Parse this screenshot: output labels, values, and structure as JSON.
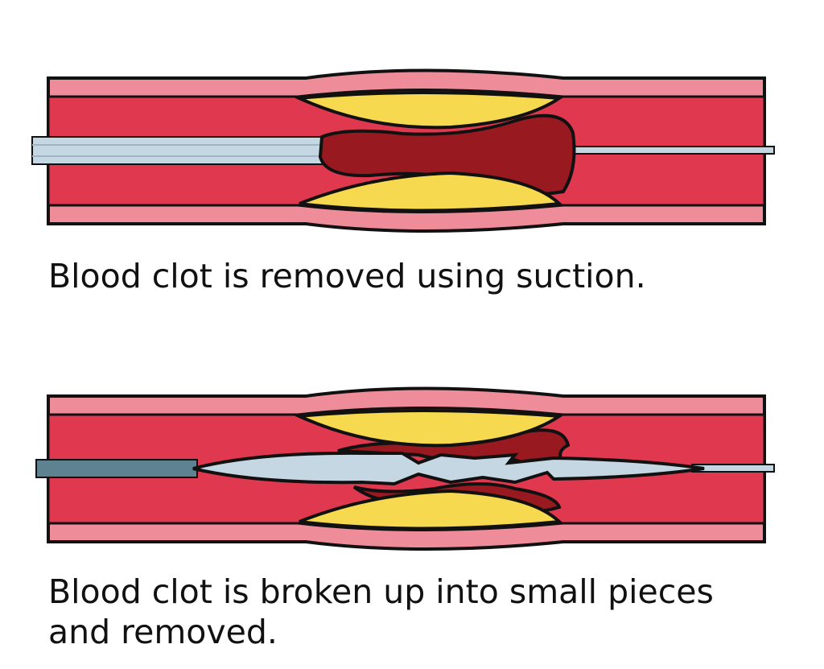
{
  "captions": {
    "top": "Blood clot is removed using suction.",
    "bottom_line1": "Blood clot is broken up into small pieces",
    "bottom_line2": "and removed."
  },
  "colors": {
    "vessel_wall": "#ee8c99",
    "vessel_lumen": "#e0384e",
    "plaque": "#f6d94e",
    "clot": "#991920",
    "catheter": "#c4d7e2",
    "catheter_dark": "#5f8290",
    "outline": "#111111"
  },
  "icons": {
    "top": "suction-catheter-illustration",
    "bottom": "fragmentation-catheter-illustration"
  }
}
